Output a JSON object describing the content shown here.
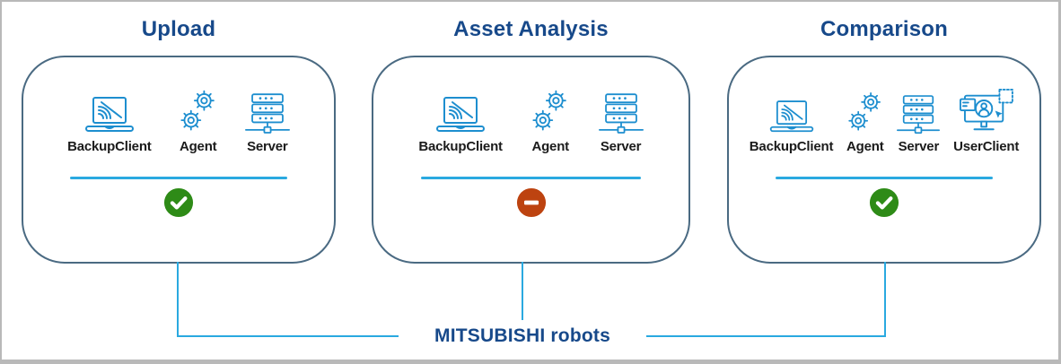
{
  "diagram": {
    "brand_label": "MITSUBISHI robots",
    "panels": [
      {
        "title": "Upload",
        "status": "success",
        "status_icon": "check-circle-icon",
        "items": [
          {
            "label": "BackupClient",
            "icon": "backup-client-laptop-icon"
          },
          {
            "label": "Agent",
            "icon": "agent-gears-icon"
          },
          {
            "label": "Server",
            "icon": "server-rack-icon"
          }
        ]
      },
      {
        "title": "Asset Analysis",
        "status": "blocked",
        "status_icon": "minus-circle-icon",
        "items": [
          {
            "label": "BackupClient",
            "icon": "backup-client-laptop-icon"
          },
          {
            "label": "Agent",
            "icon": "agent-gears-icon"
          },
          {
            "label": "Server",
            "icon": "server-rack-icon"
          }
        ]
      },
      {
        "title": "Comparison",
        "status": "success",
        "status_icon": "check-circle-icon",
        "items": [
          {
            "label": "BackupClient",
            "icon": "backup-client-laptop-icon"
          },
          {
            "label": "Agent",
            "icon": "agent-gears-icon"
          },
          {
            "label": "Server",
            "icon": "server-rack-icon"
          },
          {
            "label": "UserClient",
            "icon": "user-client-monitor-icon"
          }
        ]
      }
    ],
    "colors": {
      "title_navy": "#17498a",
      "icon_blue": "#1d8ecf",
      "line_blue": "#2aa9e0",
      "panel_border": "#4a6a82",
      "success_green": "#2e8b17",
      "blocked_rust": "#bd4310",
      "canvas_border": "#b9b9b9"
    }
  }
}
